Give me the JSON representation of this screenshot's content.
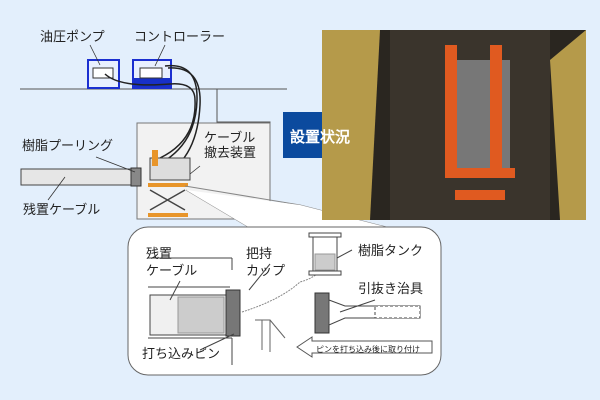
{
  "labels": {
    "hydraulic_pump": "油圧ポンプ",
    "controller": "コントローラー",
    "resin_pouring": "樹脂プーリング",
    "cable_removal_device": "ケーブル\n撤去装置",
    "remaining_cable": "残置ケーブル",
    "installation_status": "設置状況"
  },
  "detail": {
    "remaining_cable": "残置\nケーブル",
    "holding_cup": "把持\nカップ",
    "resin_tank": "樹脂タンク",
    "extraction_jig": "引抜き治具",
    "drive_pin": "打ち込みピン",
    "note_arrow": "ピンを打ち込み後に取り付け"
  },
  "colors": {
    "background": "#e3effc",
    "accent": "#0b4a9e",
    "orange": "#e8952a"
  }
}
